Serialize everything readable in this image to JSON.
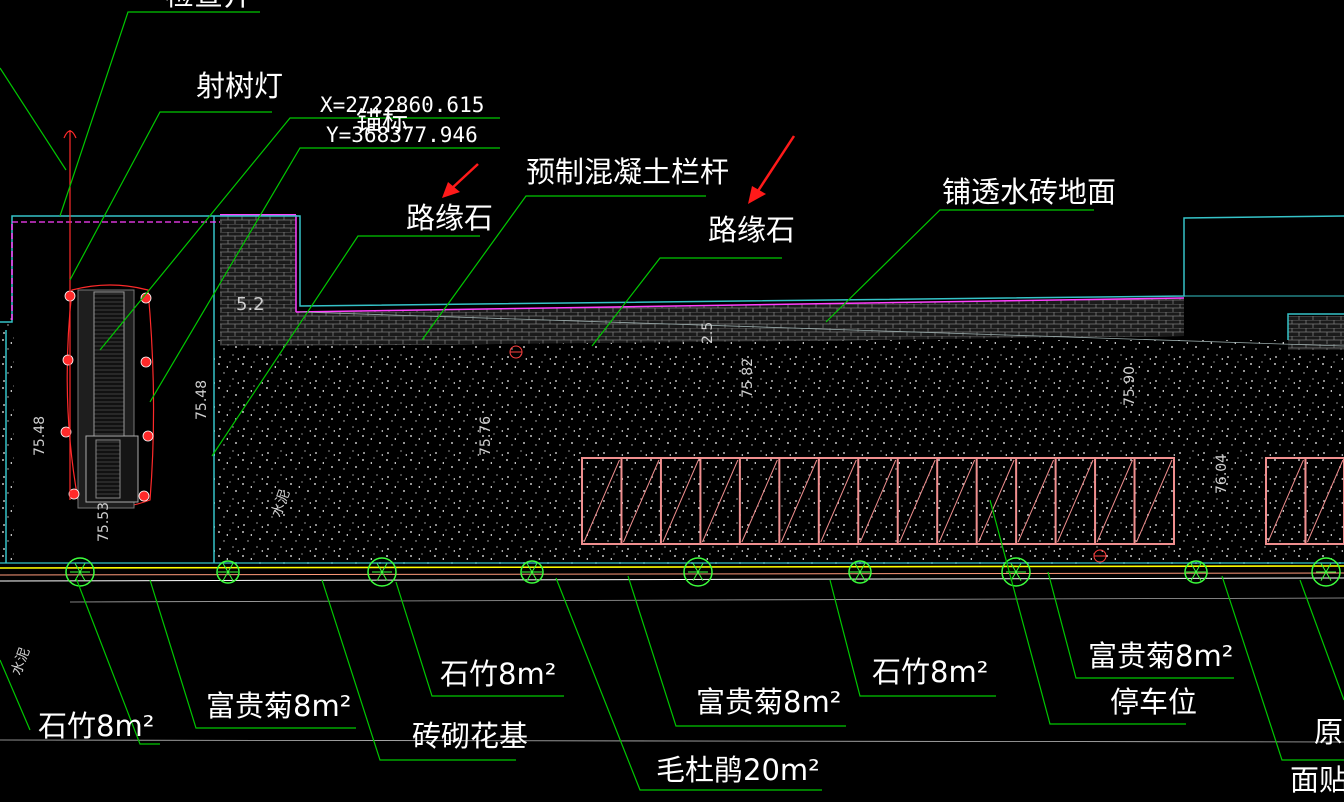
{
  "labels": {
    "top_cut": "检查井",
    "tree_light": "射树灯",
    "coord_x": "X=2722860.615",
    "coord_y": "Y=368377.946",
    "anchor": "锚标",
    "precast_rail": "预制混凝土栏杆",
    "curb_left": "路缘石",
    "curb_right": "路缘石",
    "permeable_paving": "铺透水砖地面",
    "shizhu_a": "石竹8m²",
    "shizhu_b": "石竹8m²",
    "shizhu_c": "石竹8m²",
    "fuguiju_a": "富贵菊8m²",
    "fuguiju_b": "富贵菊8m²",
    "fuguiju_c": "富贵菊8m²",
    "brick_bed": "砖砌花基",
    "azalea": "毛杜鹃20m²",
    "parking": "停车位",
    "orig_cut": "原",
    "face_cut": "面贴",
    "concrete_a": "水泥",
    "concrete_b": "水泥"
  },
  "dimensions": {
    "d_5_2": "5.2",
    "d_75_48a": "75.48",
    "d_75_48b": "75.48",
    "d_75_76": "75.76",
    "d_75_82": "75.82",
    "d_75_90": "75.90",
    "d_76_04": "76.04",
    "d_2_5": "2.5",
    "d_75_53": "75.53"
  },
  "colors": {
    "background": "#000000",
    "leader": "#00c800",
    "outline": "#35c3c8",
    "parking": "#f08f8f",
    "curb_line": "#ffff00",
    "pointer_arrow": "#ff1a1a",
    "magenta": "#ff40ff",
    "plant": "#3cff3c"
  },
  "parking": {
    "count_main": 15
  }
}
